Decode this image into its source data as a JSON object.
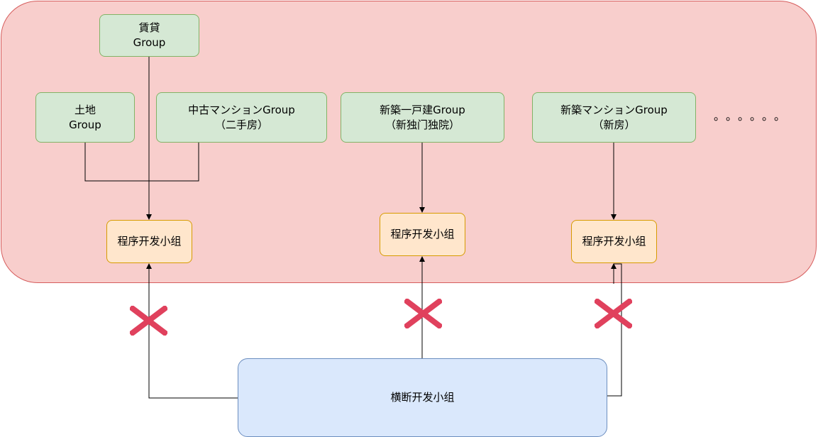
{
  "groups": {
    "rental": {
      "line1": "賃貸",
      "line2": "Group"
    },
    "land": {
      "line1": "土地",
      "line2": "Group"
    },
    "used_condo": {
      "line1": "中古マンションGroup",
      "line2": "（二手房）"
    },
    "new_house": {
      "line1": "新築一戸建Group",
      "line2": "（新独门独院）"
    },
    "new_condo": {
      "line1": "新築マンションGroup",
      "line2": "（新房）"
    }
  },
  "ellipsis": "。。。。。。",
  "dev_teams": [
    "程序开发小组",
    "程序开发小组",
    "程序开发小组"
  ],
  "cross_team": "横断开发小组",
  "colors": {
    "region_fill": "#f8cecc",
    "group_fill": "#d5e8d4",
    "team_fill": "#ffe6cc",
    "cross_fill": "#dae8fc",
    "blocked_mark": "#e0415d"
  }
}
